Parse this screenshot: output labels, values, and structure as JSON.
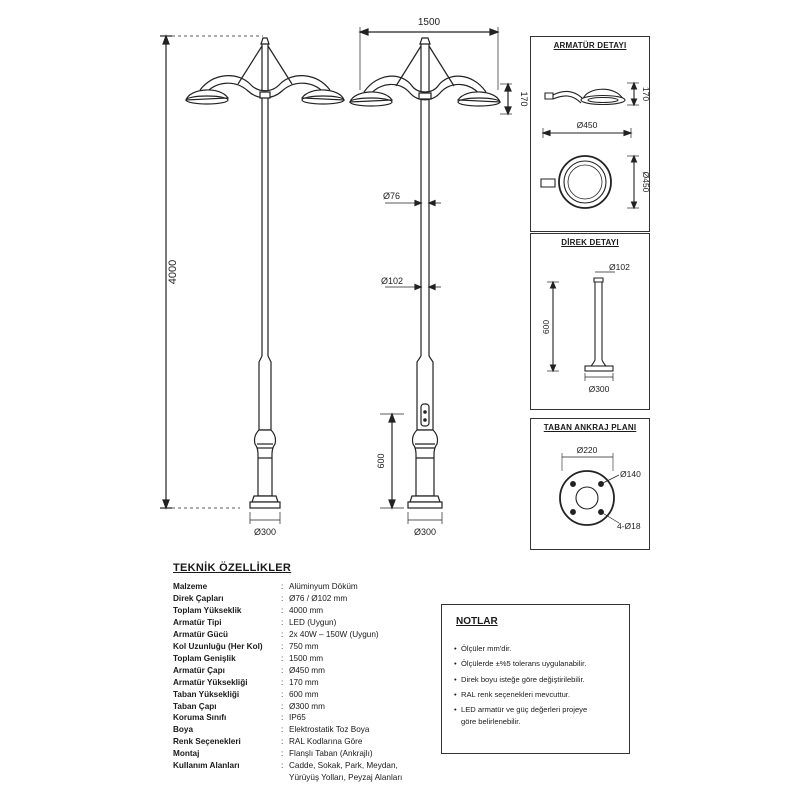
{
  "drawing": {
    "height_label": "4000",
    "width_label": "1500",
    "fixture_height_label": "170",
    "pole_top_dia": "Ø76",
    "pole_bottom_dia": "Ø102",
    "base_height_label": "600",
    "base_dia_left": "Ø300",
    "base_dia_right": "Ø300"
  },
  "armature_detail": {
    "title": "ARMATÜR DETAYI",
    "height_label": "170",
    "width_label": "Ø450",
    "plan_dia_label": "Ø450"
  },
  "pole_detail": {
    "title": "DİREK DETAYI",
    "top_dia": "Ø102",
    "height_label": "600",
    "base_dia": "Ø300"
  },
  "anchor_plan": {
    "title": "TABAN ANKRAJ PLANI",
    "outer_dia": "Ø220",
    "inner_dia": "Ø140",
    "holes": "4-Ø18"
  },
  "specs": {
    "title": "TEKNİK ÖZELLİKLER",
    "rows": [
      {
        "label": "Malzeme",
        "value": "Alüminyum Döküm"
      },
      {
        "label": "Direk Çapları",
        "value": "Ø76 / Ø102 mm"
      },
      {
        "label": "Toplam Yükseklik",
        "value": "4000 mm"
      },
      {
        "label": "Armatür Tipi",
        "value": "LED (Uygun)"
      },
      {
        "label": "Armatür Gücü",
        "value": "2x 40W – 150W (Uygun)"
      },
      {
        "label": "Kol Uzunluğu (Her Kol)",
        "value": "750 mm"
      },
      {
        "label": "Toplam Genişlik",
        "value": "1500 mm"
      },
      {
        "label": "Armatür Çapı",
        "value": "Ø450 mm"
      },
      {
        "label": "Armatür Yüksekliği",
        "value": "170 mm"
      },
      {
        "label": "Taban Yüksekliği",
        "value": "600 mm"
      },
      {
        "label": "Taban Çapı",
        "value": "Ø300 mm"
      },
      {
        "label": "Koruma Sınıfı",
        "value": "IP65"
      },
      {
        "label": "Boya",
        "value": "Elektrostatik Toz Boya"
      },
      {
        "label": "Renk Seçenekleri",
        "value": "RAL Kodlarına Göre"
      },
      {
        "label": "Montaj",
        "value": "Flanşlı Taban (Ankrajlı)"
      },
      {
        "label": "Kullanım Alanları",
        "value": "Cadde, Sokak, Park, Meydan,"
      }
    ],
    "usage_cont": "Yürüyüş Yolları, Peyzaj Alanları"
  },
  "notes": {
    "title": "NOTLAR",
    "items": [
      "Ölçüler mm'dir.",
      "Ölçülerde ±%5 tolerans uygulanabilir.",
      "Direk boyu isteğe göre değiştirilebilir.",
      "RAL renk seçenekleri mevcuttur.",
      "LED armatür ve güç değerleri projeye"
    ],
    "last_cont": "göre belirlenebilir."
  }
}
